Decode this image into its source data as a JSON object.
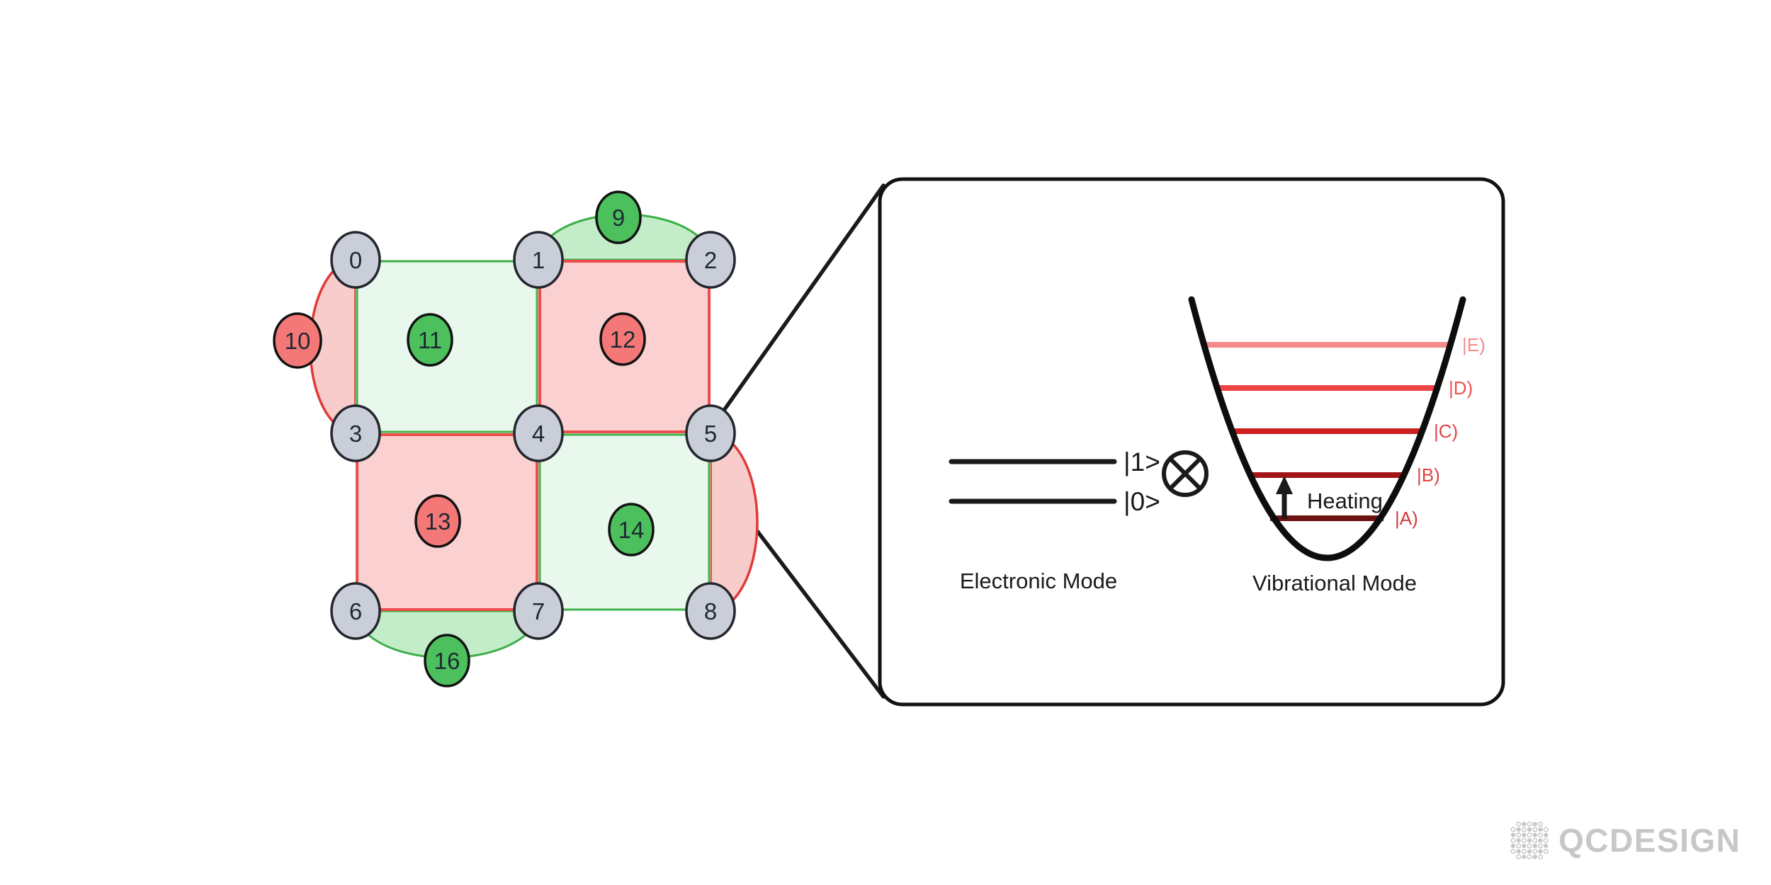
{
  "colors": {
    "page-bg": "#ffffff",
    "node-fill": "#c9ced8",
    "node-stroke": "#23262c",
    "green-ancilla": "#4dc05e",
    "red-ancilla": "#f47878",
    "ancilla-stroke": "#111111",
    "green-plaq-fill": "#e9f8ec",
    "green-plaq-stroke": "#43b14b",
    "red-plaq-fill": "#fbd0d0",
    "red-plaq-stroke": "#ef4d4d",
    "green-semi-fill": "#c3edc8",
    "green-semi-stroke": "#3fae4c",
    "red-semi-fill": "#f9cccc",
    "red-semi-stroke": "#e03a3a",
    "ink": "#1a1a1a",
    "number-ink": "#1d2a31",
    "logo-gray": "#c7c7c7"
  },
  "lattice": {
    "data_qubits": [
      {
        "label": "0"
      },
      {
        "label": "1"
      },
      {
        "label": "2"
      },
      {
        "label": "3"
      },
      {
        "label": "4"
      },
      {
        "label": "5"
      },
      {
        "label": "6"
      },
      {
        "label": "7"
      },
      {
        "label": "8"
      }
    ],
    "ancilla_qubits": [
      {
        "label": "9",
        "type": "green"
      },
      {
        "label": "10",
        "type": "red"
      },
      {
        "label": "11",
        "type": "green"
      },
      {
        "label": "12",
        "type": "red"
      },
      {
        "label": "13",
        "type": "red"
      },
      {
        "label": "14",
        "type": "green"
      },
      {
        "label": "16",
        "type": "green"
      }
    ]
  },
  "inset": {
    "electronic": {
      "title": "Electronic Mode",
      "levels": [
        {
          "label": "|1>"
        },
        {
          "label": "|0>"
        }
      ]
    },
    "vibrational": {
      "title": "Vibrational Mode",
      "heating_label": "Heating",
      "levels": [
        {
          "label": "|A)",
          "color": "#6e1111",
          "label_color": "#d43a3a"
        },
        {
          "label": "|B)",
          "color": "#a31515",
          "label_color": "#e04444"
        },
        {
          "label": "|C)",
          "color": "#cc1f1f",
          "label_color": "#e04444"
        },
        {
          "label": "|D)",
          "color": "#ef4444",
          "label_color": "#ef5050"
        },
        {
          "label": "|E)",
          "color": "#f58a8a",
          "label_color": "#f58a8a"
        }
      ]
    }
  },
  "logo": {
    "text": "QCDESIGN"
  }
}
